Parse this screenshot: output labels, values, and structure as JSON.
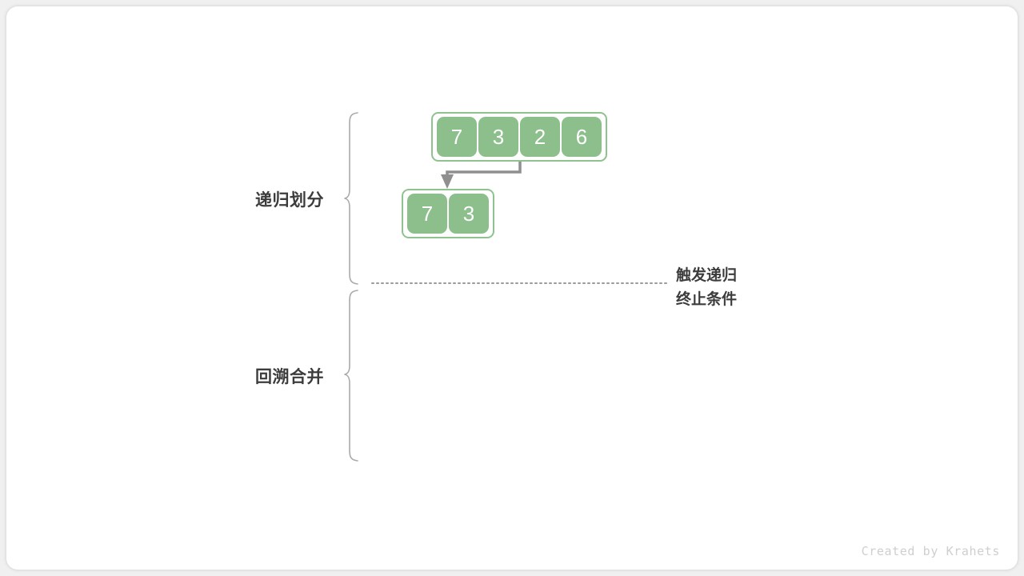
{
  "page": {
    "background_color": "#f0f0f0",
    "card_color": "#ffffff"
  },
  "colors": {
    "cell_fill": "#8cbf8c",
    "array_border": "#8ec28e",
    "arrow": "#8f8f8f",
    "brace": "#a9a9a9",
    "dotted_line": "#9a9a9a",
    "label_text": "#3c3c3c",
    "watermark_text": "#cfcfcf"
  },
  "labels": {
    "divide": "递归划分",
    "merge": "回溯合并"
  },
  "annotation": {
    "line1": "触发递归",
    "line2": "终止条件"
  },
  "arrays": [
    {
      "id": "array-top",
      "values": [
        "7",
        "3",
        "2",
        "6"
      ]
    },
    {
      "id": "array-bottom",
      "values": [
        "7",
        "3"
      ]
    }
  ],
  "watermark": "Created by Krahets",
  "diagram": {
    "type": "recursion-tree",
    "description": "Merge sort recursive division and backtracking merge illustration",
    "divider": "dotted",
    "arrow_direction": "down-left"
  }
}
